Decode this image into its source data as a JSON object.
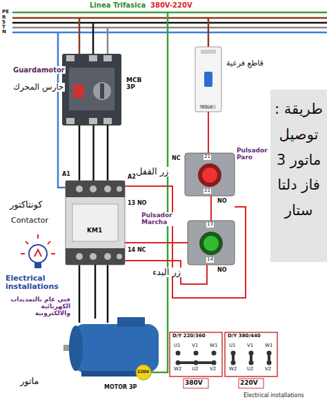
{
  "diagram": {
    "nodes": [
      {
        "text": [
          "Guardamotor",
          "حارس المحرك"
        ]
      },
      {
        "text": [
          "TESLA",
          "قاطع فرعية"
        ]
      },
      {
        "text": [
          "كونتاكتور",
          "Contactor",
          "KM1"
        ]
      },
      {
        "text": [
          "Pulsador Paro",
          "زر القفل",
          "21",
          "22"
        ]
      },
      {
        "text": [
          "Pulsador Marcha",
          "13",
          "14",
          "زر البدء"
        ]
      },
      {
        "text": [
          "MOTOR 3P",
          "ماتور"
        ]
      },
      {
        "text": [
          "D/Y 220/360",
          "U1",
          "V1",
          "W1",
          "W2",
          "U2",
          "V2",
          "380V"
        ]
      },
      {
        "text": [
          "D/Y 380/440",
          "U1",
          "V1",
          "W1",
          "W2",
          "U2",
          "V2",
          "220V"
        ]
      },
      {
        "text": [
          "طريقة : توصيل ماتور 3 فاز دلتا ستار"
        ]
      }
    ],
    "edges": [
      {
        "from": 0,
        "to": 2,
        "arrow": "none"
      },
      {
        "from": 2,
        "to": 5,
        "arrow": "none"
      },
      {
        "from": 1,
        "to": 3,
        "arrow": "none"
      },
      {
        "from": 3,
        "to": 4,
        "arrow": "none"
      },
      {
        "from": 4,
        "to": 2,
        "arrow": "none"
      }
    ],
    "labels": [
      "PE",
      "R",
      "S",
      "T",
      "N",
      "Linea Trifasica",
      "380V-220V",
      "MCB 3P",
      "NC",
      "A1",
      "A2",
      "13 NO",
      "14 NC",
      "NO",
      "NO",
      "Electrical installations",
      "فني عام بالتمديدات الكهربائية والالكترونية",
      "220V",
      "Electrical installations"
    ]
  }
}
